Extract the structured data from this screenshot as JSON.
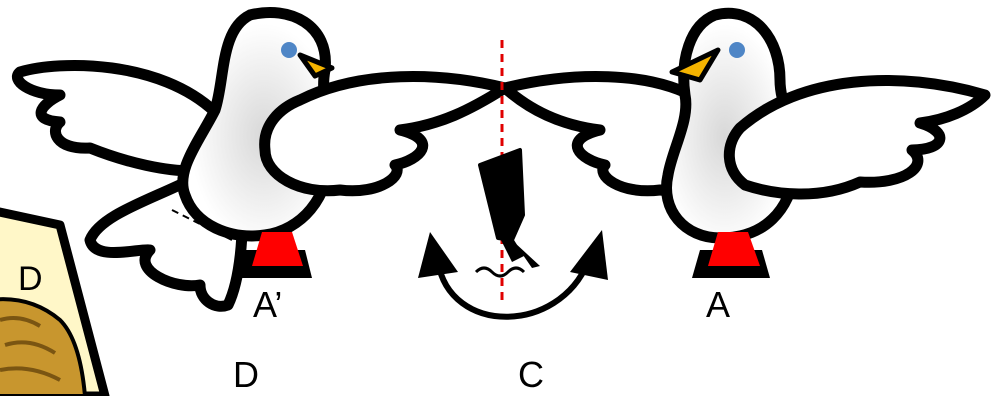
{
  "labels": {
    "a_prime": "A’",
    "a": "A",
    "c": "C",
    "d_bottom": "D",
    "d_corner": "D"
  },
  "colors": {
    "outline": "#000000",
    "feather": "#ffffff",
    "shade": "#e6e6e6",
    "eye": "#4f86c6",
    "beak": "#f5b400",
    "marker": "#ff0000",
    "mirror_line": "#e00000",
    "corner_card": "#fff7c8",
    "wood": "#c8962e"
  },
  "icons": {
    "left_bird": "dove-icon",
    "right_bird": "dove-icon",
    "pen": "pen-icon",
    "rotation": "double-arrow-icon",
    "mirror": "dashed-line"
  }
}
